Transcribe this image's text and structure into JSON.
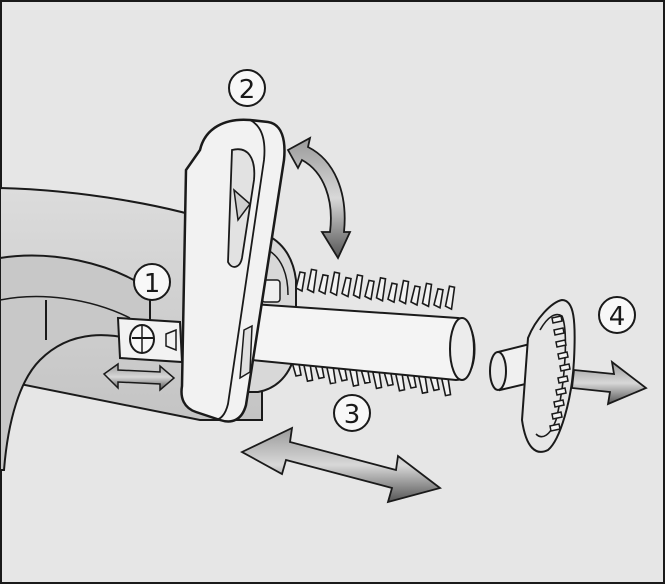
{
  "callouts": [
    {
      "label": "1"
    },
    {
      "label": "2"
    },
    {
      "label": "3"
    },
    {
      "label": "4"
    }
  ],
  "colors": {
    "background": "#e6e6e6",
    "outline": "#1a1a1a",
    "part_fill": "#f2f2f2",
    "body_fill": "#d4d4d4",
    "arrow_fill": "#777777"
  }
}
